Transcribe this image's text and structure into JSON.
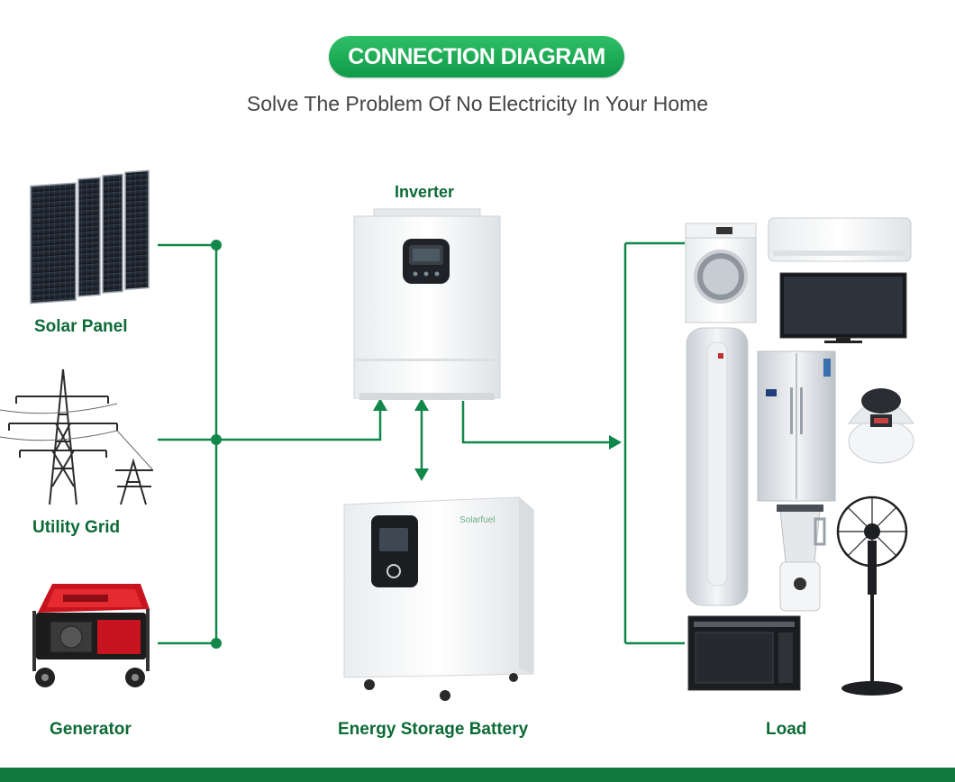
{
  "header": {
    "title": "CONNECTION DIAGRAM",
    "subtitle": "Solve The Problem Of No Electricity In Your Home"
  },
  "nodes": {
    "solar_panel": "Solar Panel",
    "utility_grid": "Utility Grid",
    "generator": "Generator",
    "inverter": "Inverter",
    "battery": "Energy Storage Battery",
    "load": "Load"
  },
  "battery_brand": "Solarfuel",
  "colors": {
    "accent_green": "#0f9a49",
    "line_green": "#12874a",
    "label_green": "#0c6a36",
    "footer_green": "#0f7a3c"
  }
}
